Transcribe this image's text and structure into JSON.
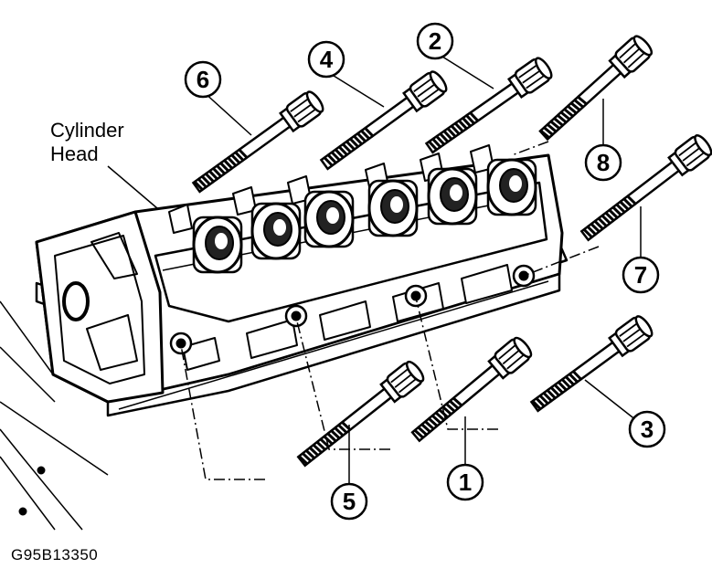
{
  "diagram": {
    "part_label": [
      "Cylinder",
      "Head"
    ],
    "figure_id": "G95B13350",
    "callouts": [
      "1",
      "2",
      "3",
      "4",
      "5",
      "6",
      "7",
      "8"
    ]
  }
}
